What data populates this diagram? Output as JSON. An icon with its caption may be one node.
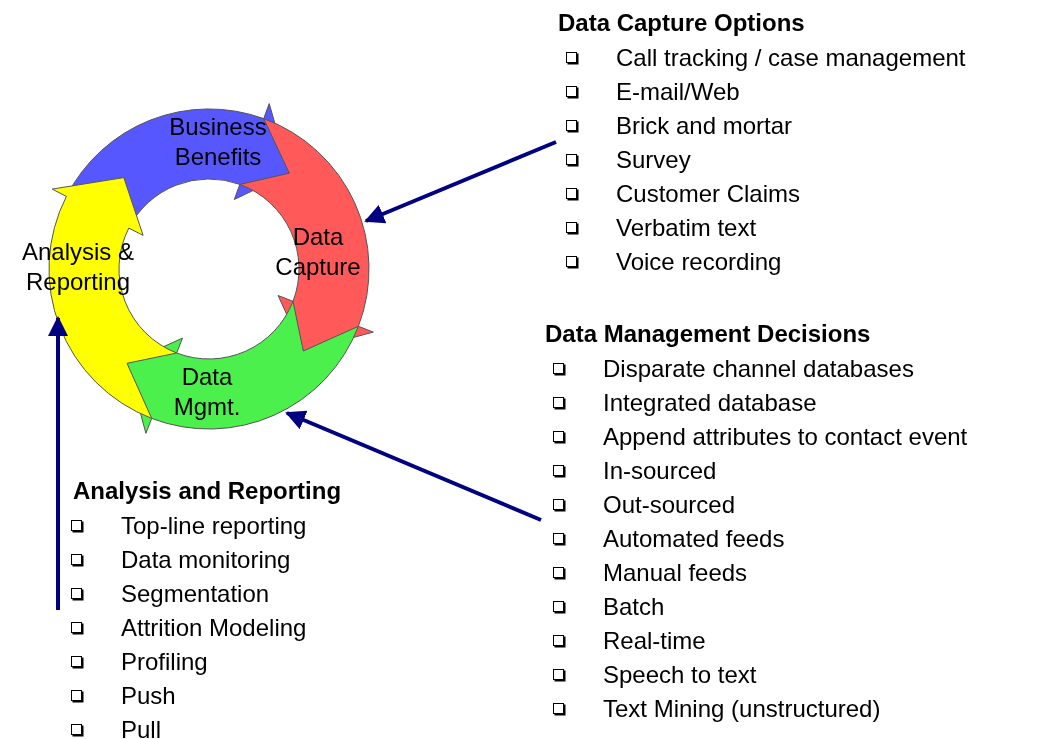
{
  "diagram": {
    "nodes": [
      {
        "text": [
          "Business Benefits"
        ]
      },
      {
        "text": [
          "Data Capture"
        ]
      },
      {
        "text": [
          "Data Mgmt."
        ]
      },
      {
        "text": [
          "Analysis & Reporting"
        ]
      },
      {
        "text": [
          "Data Capture Options",
          "Call tracking / case management",
          "E-mail/Web",
          "Brick and mortar",
          "Survey",
          "Customer Claims",
          "Verbatim text",
          "Voice recording"
        ]
      },
      {
        "text": [
          "Data Management Decisions",
          "Disparate channel databases",
          "Integrated database",
          "Append attributes to contact event",
          "In-sourced",
          "Out-sourced",
          "Automated feeds",
          "Manual feeds",
          "Batch",
          "Real-time",
          "Speech to text",
          "Text Mining (unstructured)"
        ]
      },
      {
        "text": [
          "Analysis and Reporting",
          "Top-line reporting",
          "Data monitoring",
          "Segmentation",
          "Attrition Modeling",
          "Profiling",
          "Push",
          "Pull"
        ]
      }
    ],
    "edges": [
      {
        "from": 4,
        "to": 1,
        "arrow": "to"
      },
      {
        "from": 5,
        "to": 2,
        "arrow": "to"
      },
      {
        "from": 6,
        "to": 3,
        "arrow": "to"
      }
    ]
  }
}
